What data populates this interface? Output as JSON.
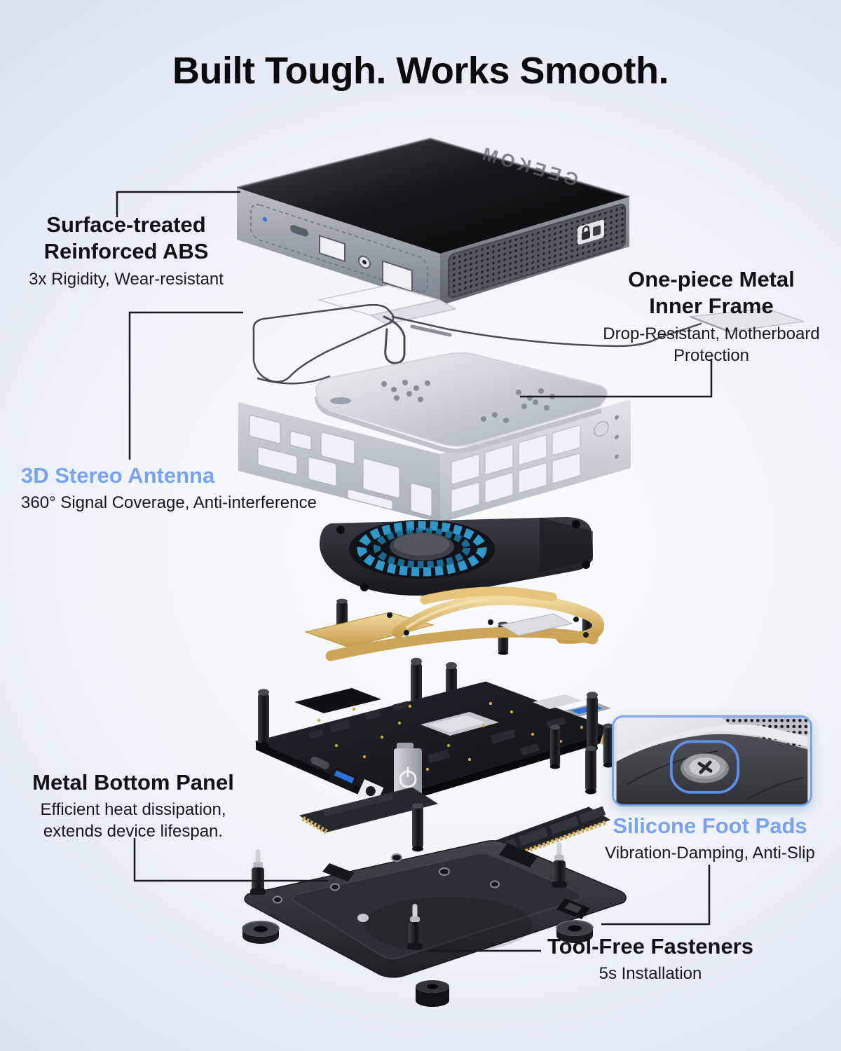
{
  "title": "Built Tough. Works Smooth.",
  "brand": "GEEKOM",
  "callouts": {
    "abs": {
      "title": "Surface-treated\nReinforced ABS",
      "sub": "3x Rigidity, Wear-resistant"
    },
    "frame": {
      "title": "One-piece Metal\nInner Frame",
      "sub": "Drop-Resistant, Motherboard\nProtection"
    },
    "antenna": {
      "title": "3D Stereo Antenna",
      "sub": "360° Signal Coverage, Anti-interference"
    },
    "bottom": {
      "title": "Metal Bottom Panel",
      "sub": "Efficient heat dissipation,\nextends device lifespan."
    },
    "footpads": {
      "title": "Silicone Foot Pads",
      "sub": "Vibration-Damping, Anti-Slip"
    },
    "fasteners": {
      "title": "Tool-Free Fasteners",
      "sub": "5s Installation"
    }
  },
  "colors": {
    "accent_blue": "#7aa2ed",
    "text_black": "#111216",
    "leader_line": "#17181c",
    "inset_border": "#7ca6ec",
    "fan_blade_blue": "#35a9dd",
    "heatpipe_gold": "#d9b36a"
  }
}
